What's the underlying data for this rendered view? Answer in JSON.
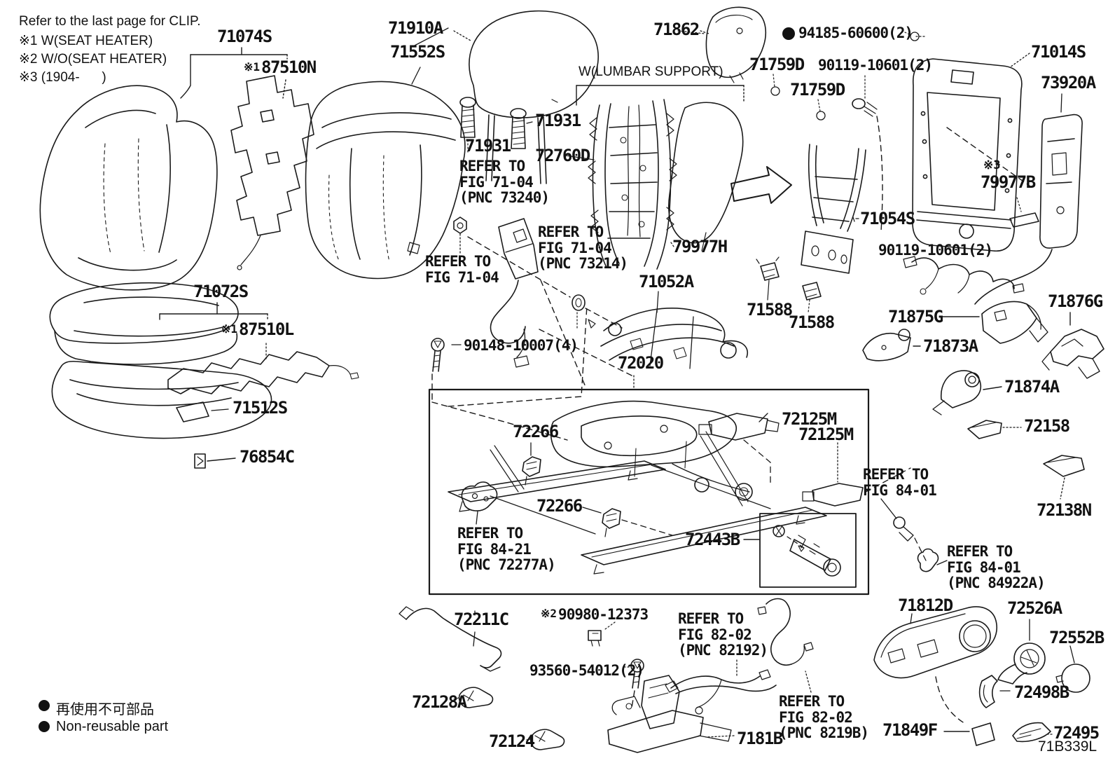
{
  "symbols": {
    "bullet": "●"
  },
  "notes": {
    "clip": "Refer to the last page for CLIP.",
    "n1": "※1 W(SEAT HEATER)",
    "n2": "※2 W/O(SEAT HEATER)",
    "n3": "※3 (1904-      )",
    "lumbar_header": "W(LUMBAR SUPPORT)"
  },
  "legend": {
    "jp": "再使用不可部品",
    "en": "Non-reusable part"
  },
  "drawing_code": "71B339L",
  "prefixes": {
    "p87510n": "※1",
    "p87510l": "※1",
    "p79977b": "※3",
    "p90980": "※2"
  },
  "parts": {
    "p71074s": "71074S",
    "p87510n": "87510N",
    "p71910a": "71910A",
    "p71552s": "71552S",
    "p71931a": "71931",
    "p71931b": "71931",
    "p71862": "71862",
    "p94185": "94185-60600(2)",
    "p71759d_a": "71759D",
    "p71759d_b": "71759D",
    "p90119a": "90119-10601(2)",
    "p90119b": "90119-10601(2)",
    "p71014s": "71014S",
    "p73920a": "73920A",
    "p79977b": "79977B",
    "p72760d": "72760D",
    "p79977h": "79977H",
    "p71054s": "71054S",
    "p71052a": "71052A",
    "p71588a": "71588",
    "p71588b": "71588",
    "p71875g": "71875G",
    "p71876g": "71876G",
    "p71873a": "71873A",
    "p71874a": "71874A",
    "p72158": "72158",
    "p72138n": "72138N",
    "p71072s": "71072S",
    "p87510l": "87510L",
    "p71512s": "71512S",
    "p76854c": "76854C",
    "p90148": "90148-10007(4)",
    "p72020": "72020",
    "p72125m_a": "72125M",
    "p72125m_b": "72125M",
    "p72266a": "72266",
    "p72266b": "72266",
    "p72443b": "72443B",
    "p72211c": "72211C",
    "p90980": "90980-12373",
    "p93560": "93560-54012(2)",
    "p72128a": "72128A",
    "p72124": "72124",
    "p7181b": "7181B",
    "p71812d": "71812D",
    "p72526a": "72526A",
    "p72552b": "72552B",
    "p72498b": "72498B",
    "p71849f": "71849F",
    "p72495": "72495"
  },
  "refs": {
    "r7104_73240": "REFER TO\nFIG 71-04\n(PNC 73240)",
    "r7104_73214": "REFER TO\nFIG 71-04\n(PNC 73214)",
    "r7104": "REFER TO\nFIG 71-04",
    "r8421": "REFER TO\nFIG 84-21\n(PNC 72277A)",
    "r8401": "REFER TO\nFIG 84-01",
    "r8401_84922a": "REFER TO\nFIG 84-01\n(PNC 84922A)",
    "r8202_82192": "REFER TO\nFIG 82-02\n(PNC 82192)",
    "r8202_8219b": "REFER TO\nFIG 82-02\n(PNC 8219B)"
  }
}
